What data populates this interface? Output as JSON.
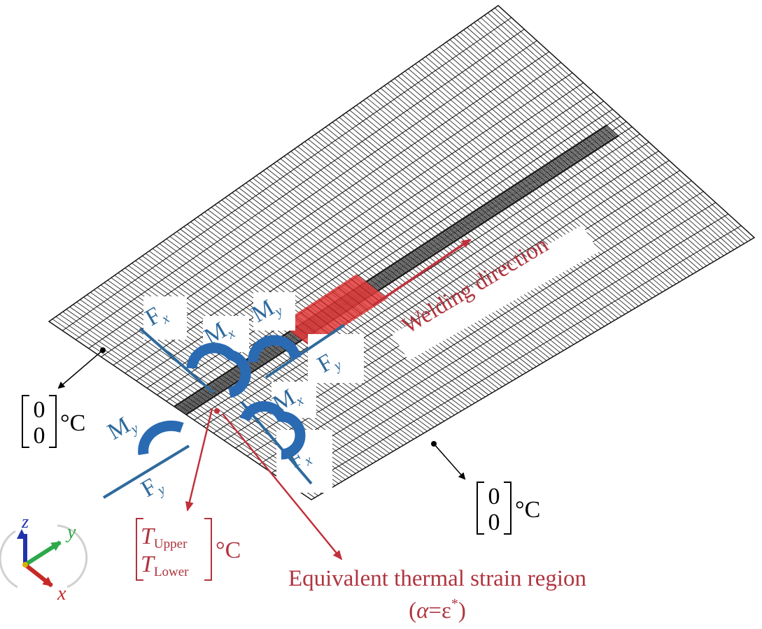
{
  "welding_direction": "Welding direction",
  "boundary_left": {
    "top": "0",
    "bottom": "0",
    "unit": "°C"
  },
  "boundary_right": {
    "top": "0",
    "bottom": "0",
    "unit": "°C"
  },
  "loads": {
    "fx": "F",
    "fx_sub": "x",
    "fy": "F",
    "fy_sub": "y",
    "mx": "M",
    "mx_sub": "x",
    "my": "M",
    "my_sub": "y"
  },
  "temperature": {
    "t": "T",
    "upper": "Upper",
    "lower": "Lower",
    "unit": "°C"
  },
  "region_title": "Equivalent thermal strain region",
  "region_eq": {
    "alpha": "α",
    "eq": "=",
    "eps": "ε",
    "star": "*",
    "open": "(",
    "close": ")"
  },
  "axes": {
    "z": "z",
    "y": "y",
    "x": "x"
  },
  "colors": {
    "mesh": "#111111",
    "weld": "#222222",
    "load": "#2f6a9c",
    "heat": "#e23a3a",
    "label_red": "#b0343f",
    "axis_z": "#2233aa",
    "axis_y": "#2ea84a",
    "axis_x": "#c62828"
  }
}
